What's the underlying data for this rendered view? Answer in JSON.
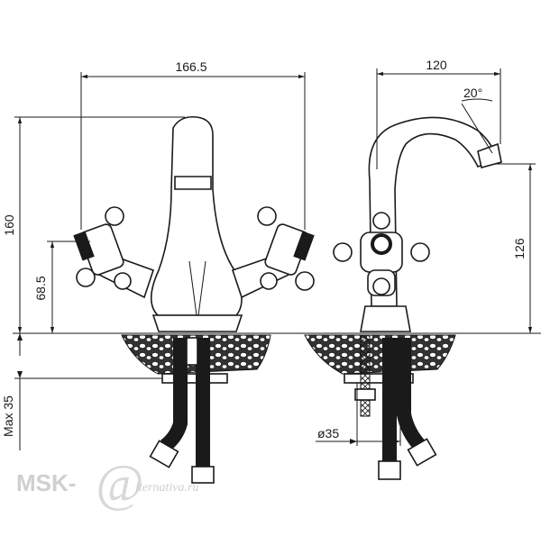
{
  "dimensions": {
    "front_width": "166.5",
    "front_height": "160",
    "handle_height": "68.5",
    "max_thickness": "Max 35",
    "side_reach": "120",
    "spout_angle": "20°",
    "spout_height": "126",
    "hole_diameter": "ø35"
  },
  "watermark": {
    "brand": "MSK-",
    "at_sign": "@",
    "site": "lternativa.ru"
  },
  "colors": {
    "line": "#1a1a1a",
    "watermark": "#cfcfcf"
  }
}
